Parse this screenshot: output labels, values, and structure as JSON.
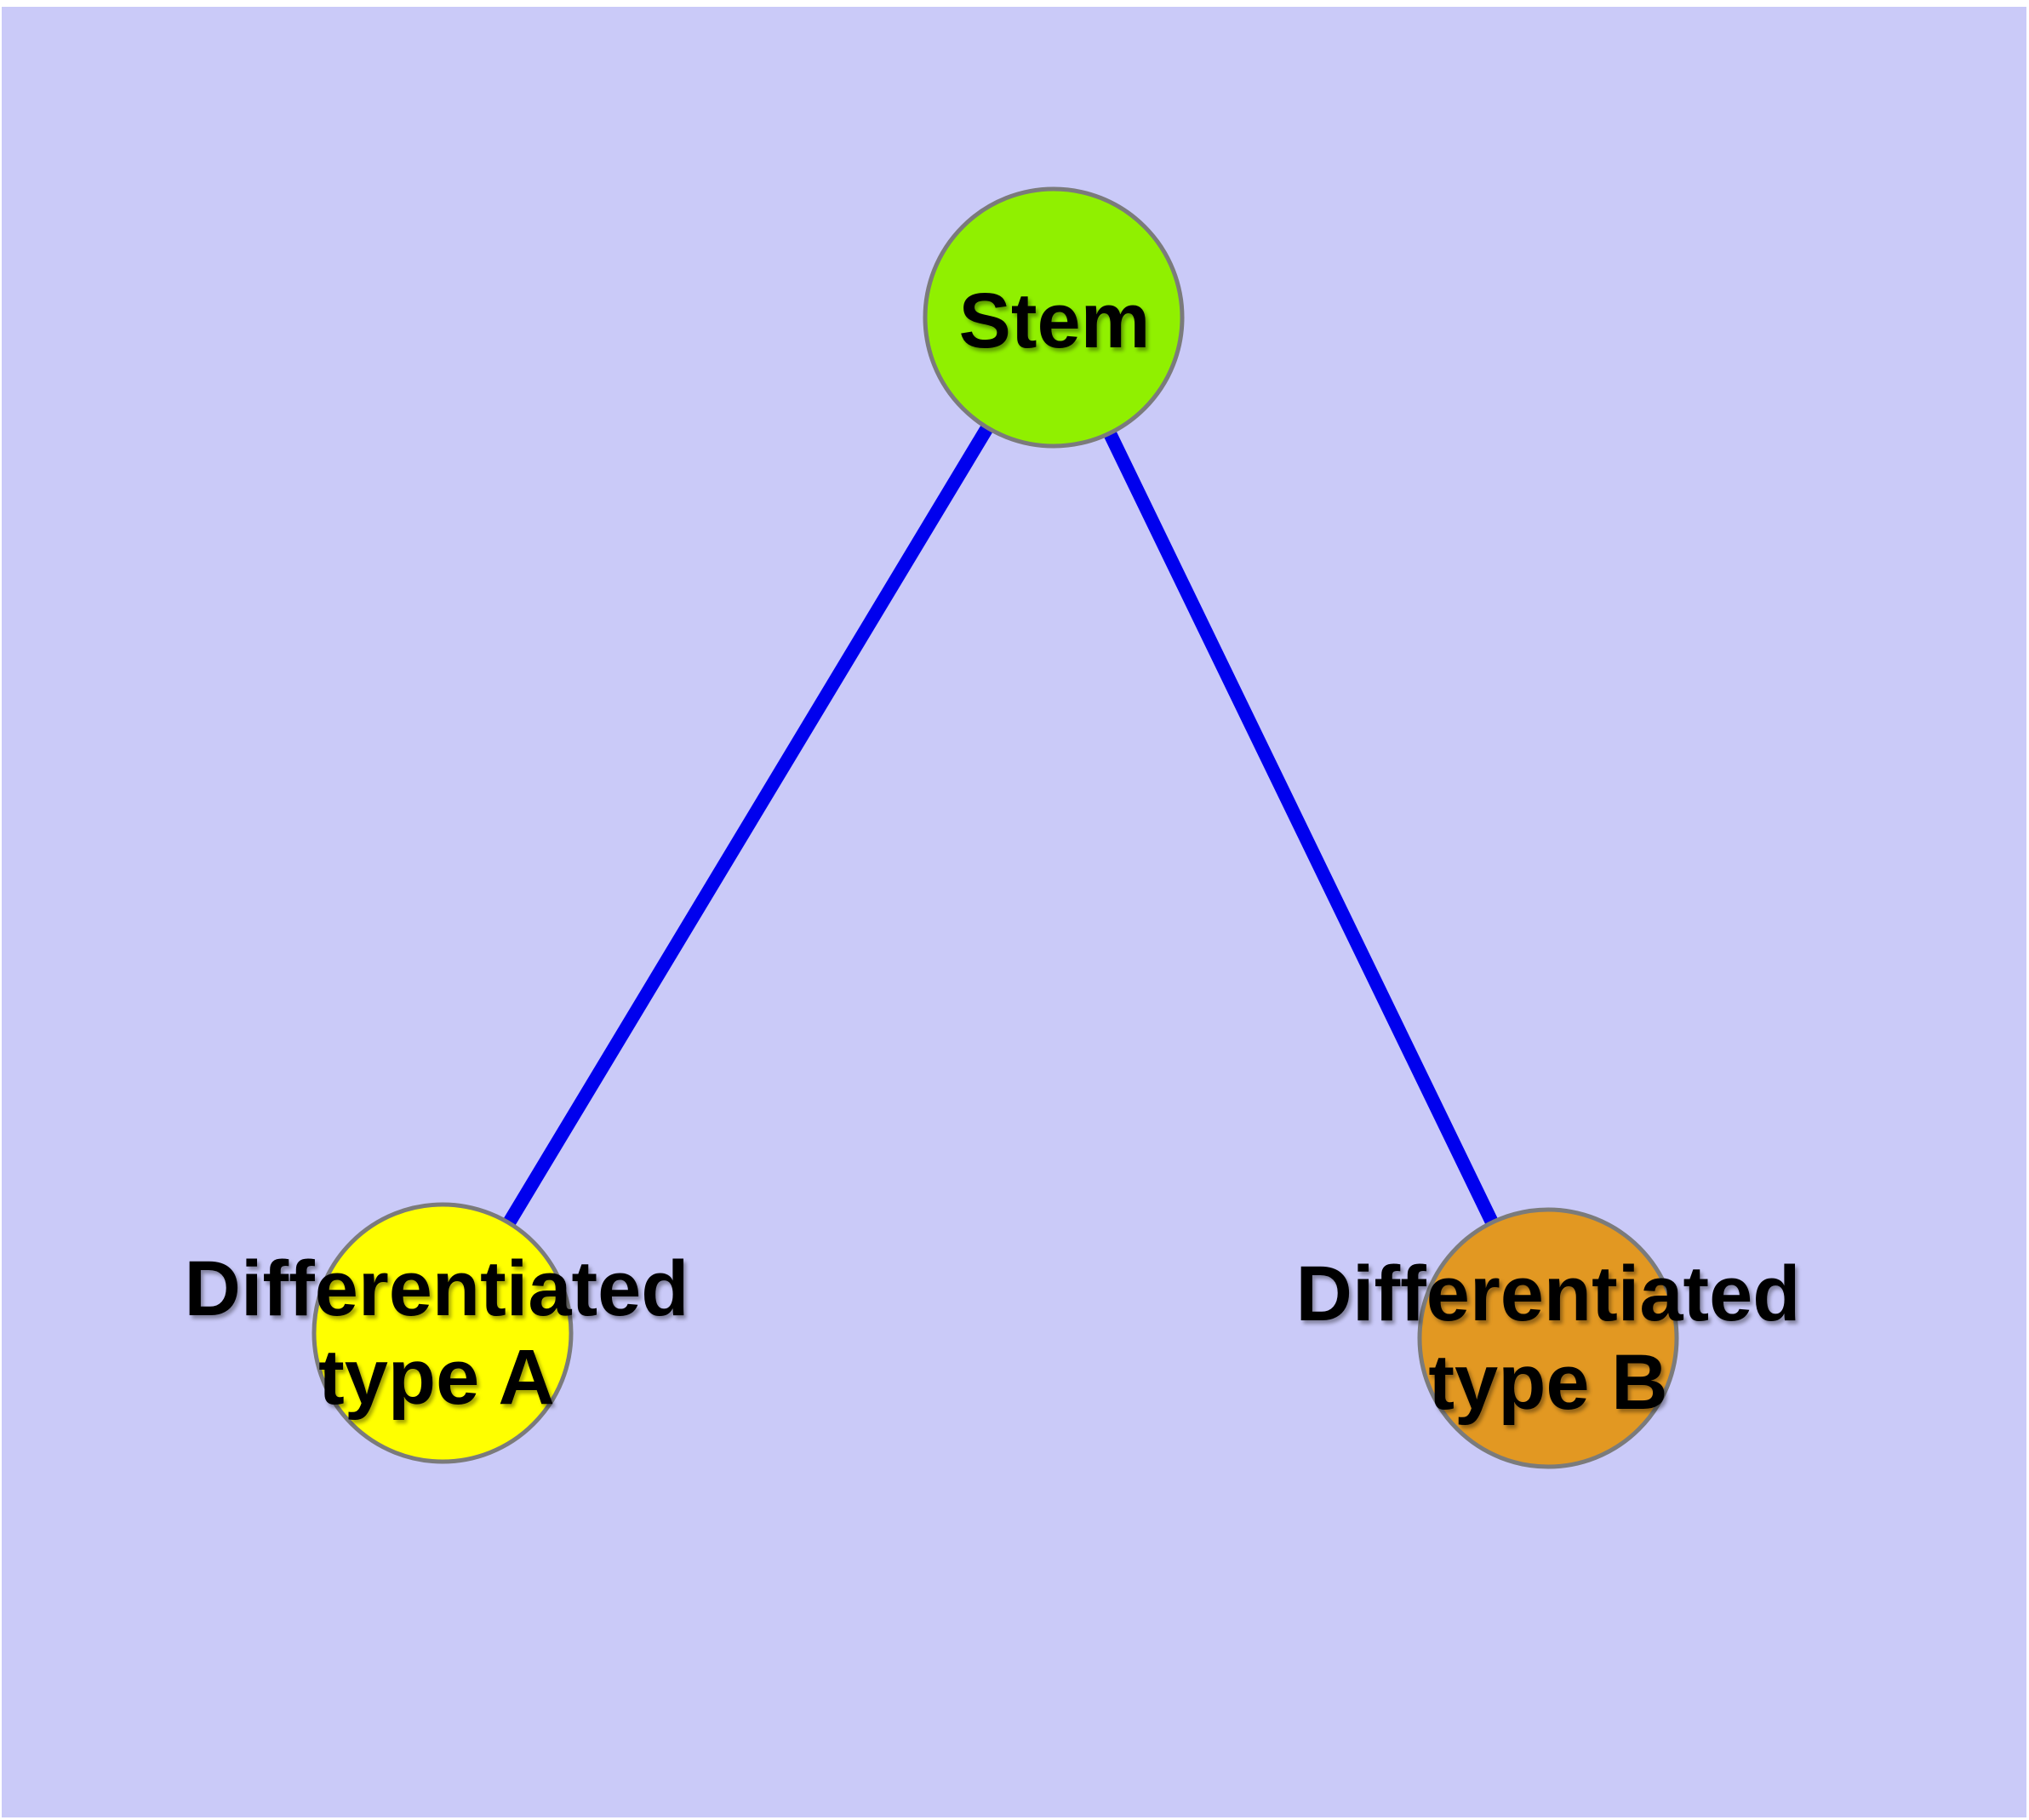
{
  "diagram": {
    "background_color": "#CACAF8",
    "page_border_color": "#FFFFFF",
    "edge_color": "#0000EE",
    "node_border_color": "#7B7B7B",
    "label_color": "#000000",
    "nodes": [
      {
        "id": "stem",
        "label_lines": [
          "Stem"
        ],
        "fill": "#90F000"
      },
      {
        "id": "differentiated-type-a",
        "label_lines": [
          "Differentiated",
          "type A"
        ],
        "fill": "#FFFF00"
      },
      {
        "id": "differentiated-type-b",
        "label_lines": [
          "Differentiated",
          "type B"
        ],
        "fill": "#E29822"
      }
    ],
    "edges": [
      {
        "from": "stem",
        "to": "differentiated-type-a"
      },
      {
        "from": "stem",
        "to": "differentiated-type-b"
      }
    ]
  }
}
